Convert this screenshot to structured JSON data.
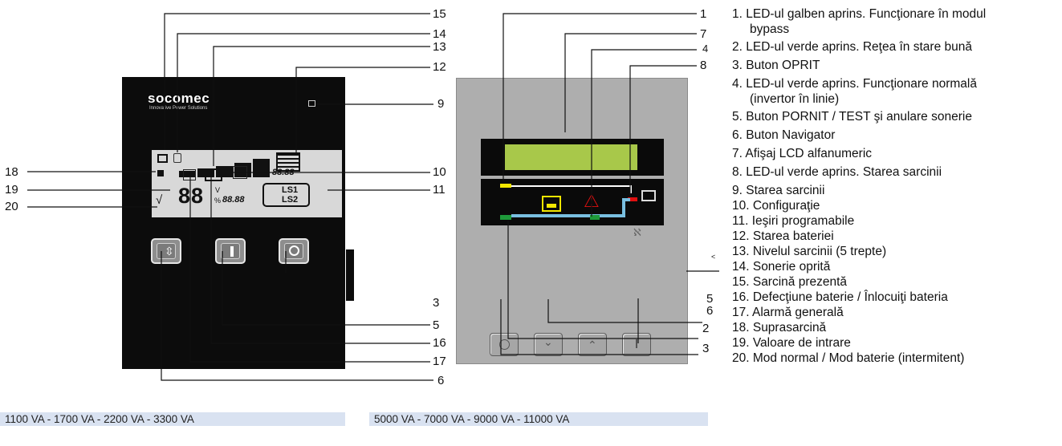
{
  "left_diagram": {
    "brand": "socomec",
    "tagline": "Innovative Power Solutions",
    "caption": "1100 VA - 1700 VA - 2200 VA - 3300 VA",
    "lcd": {
      "digits": "88",
      "unit_v": "V",
      "unit_pct": "%",
      "outlet1": "LS1",
      "outlet2": "LS2",
      "small_text": "88.88"
    },
    "callouts": {
      "c15": "15",
      "c14": "14",
      "c13": "13",
      "c12": "12",
      "c9": "9",
      "c10": "10",
      "c11": "11",
      "c3": "3",
      "c5": "5",
      "c16": "16",
      "c17": "17",
      "c6": "6",
      "c18": "18",
      "c19": "19",
      "c20": "20"
    }
  },
  "right_diagram": {
    "caption": "5000 VA - 7000 VA - 9000 VA - 11000 VA",
    "callouts": {
      "c1": "1",
      "c7": "7",
      "c4": "4",
      "c8": "8",
      "c5": "5",
      "c6": "6",
      "c2": "2",
      "c3": "3",
      "lt": "<"
    }
  },
  "legend": [
    {
      "text": "1. LED-ul galben aprins. Funcţionare în modul",
      "cont": "bypass"
    },
    {
      "text": "2. LED-ul verde aprins. Reţea în stare bună"
    },
    {
      "text": "3. Buton OPRIT"
    },
    {
      "text": "4. LED-ul verde aprins. Funcţionare normală",
      "cont": "(invertor în linie)"
    },
    {
      "text": "5. Buton PORNIT / TEST şi anulare sonerie"
    },
    {
      "text": "6. Buton Navigator"
    },
    {
      "text": "7. Afişaj LCD alfanumeric"
    },
    {
      "text": "8. LED-ul verde aprins. Starea sarcinii"
    },
    {
      "text": "9. Starea sarcinii"
    },
    {
      "text": "10. Configuraţie"
    },
    {
      "text": "11. Ieşiri programabile"
    },
    {
      "text": "12. Starea bateriei"
    },
    {
      "text": "13. Nivelul sarcinii (5 trepte)"
    },
    {
      "text": "14. Sonerie oprită"
    },
    {
      "text": "15. Sarcină prezentă"
    },
    {
      "text": "16. Defecţiune baterie / Înlocuiţi bateria"
    },
    {
      "text": "17. Alarmă generală"
    },
    {
      "text": "18. Suprasarcină"
    },
    {
      "text": "19. Valoare de intrare"
    },
    {
      "text": "20. Mod normal / Mod baterie (intermitent)"
    }
  ],
  "colors": {
    "lcd_green": "#a8c84a",
    "led_yellow": "#f2e600",
    "led_green": "#1e9a3a",
    "led_red": "#e01010",
    "flow_blue": "#79bfe0",
    "caption_bg": "#d9e2f1"
  }
}
